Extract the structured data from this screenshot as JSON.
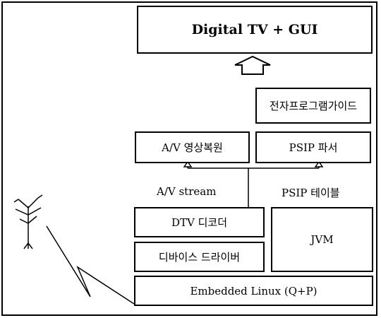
{
  "diagram": {
    "digital_tv": "Digital TV + GUI",
    "epg": "전자프로그램가이드",
    "av_restore": "A/V 영상복원",
    "psip_parser": "PSIP 파서",
    "av_stream": "A/V stream",
    "psip_table": "PSIP 테이블",
    "dtv_decoder": "DTV 디코더",
    "jvm": "JVM",
    "device_driver": "디바이스 드라이버",
    "embedded_linux": "Embedded Linux (Q+P)"
  }
}
